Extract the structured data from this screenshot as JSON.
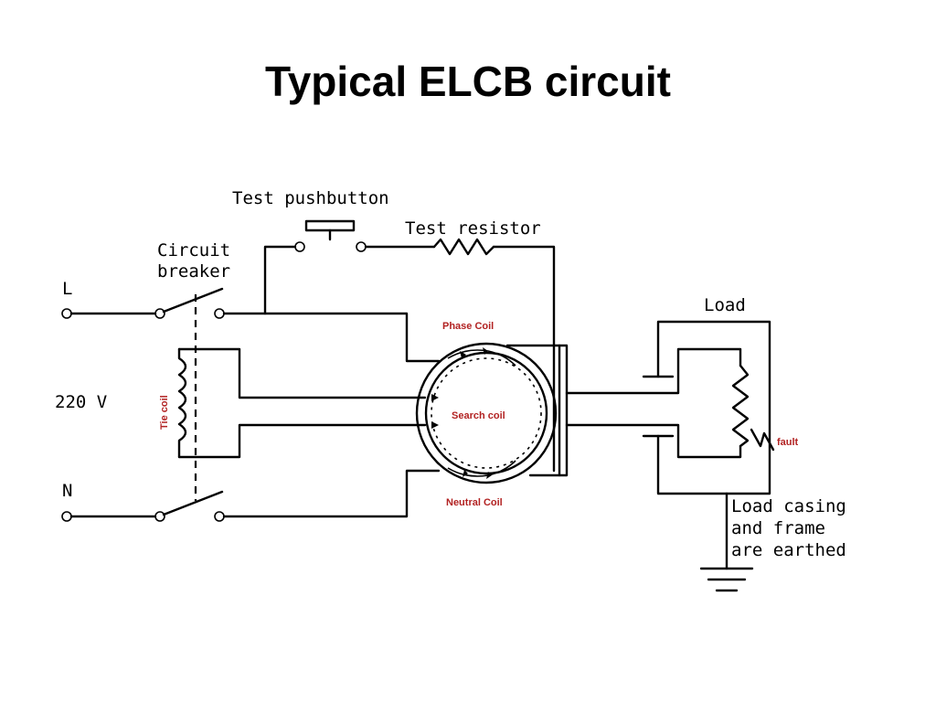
{
  "title": "Typical ELCB circuit",
  "labels": {
    "test_pushbutton": "Test pushbutton",
    "test_resistor": "Test resistor",
    "circuit_breaker_line1": "Circuit",
    "circuit_breaker_line2": "breaker",
    "live": "L",
    "neutral": "N",
    "voltage": "220 V",
    "load": "Load",
    "earthed_line1": "Load casing",
    "earthed_line2": "and frame",
    "earthed_line3": "are earthed"
  },
  "red_labels": {
    "phase_coil": "Phase Coil",
    "search_coil": "Search coil",
    "neutral_coil": "Neutral Coil",
    "supply_coil": "Tie coil",
    "fault": "fault"
  },
  "colors": {
    "wire": "#000000",
    "coil_label": "#b22222"
  }
}
